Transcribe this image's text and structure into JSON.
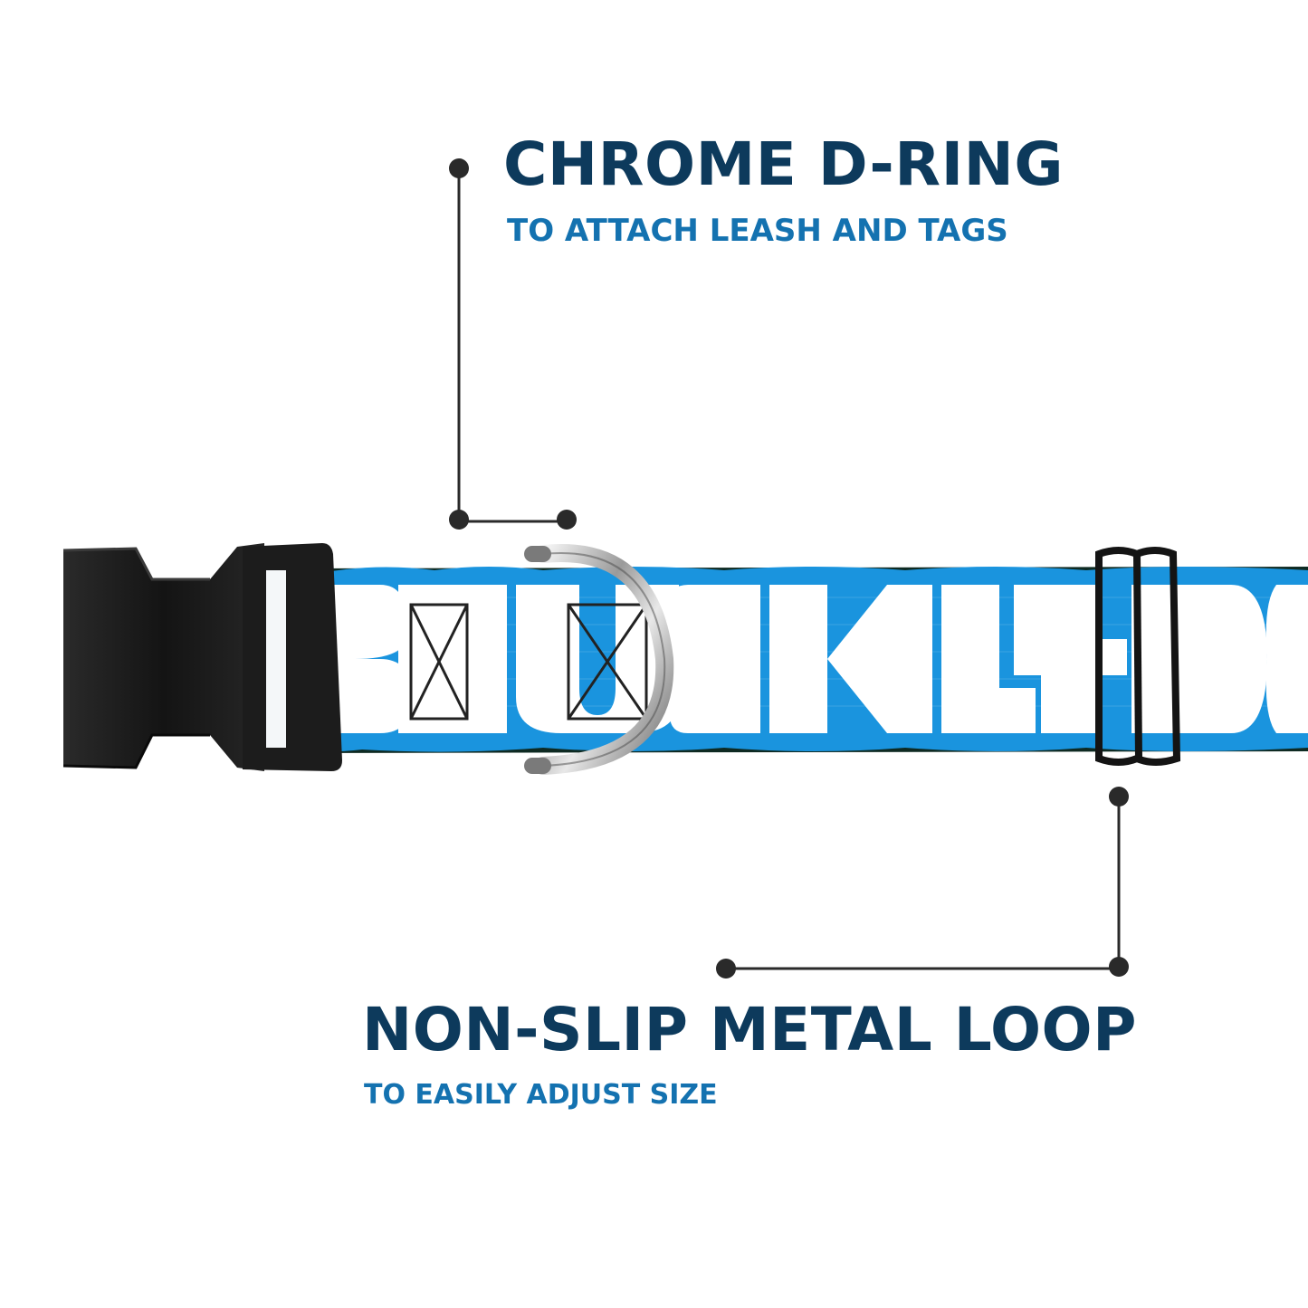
{
  "callouts": {
    "d_ring": {
      "title": "CHROME D-RING",
      "subtitle": "TO ATTACH LEASH AND TAGS"
    },
    "metal_loop": {
      "title": "NON-SLIP METAL LOOP",
      "subtitle": "TO EASILY ADJUST SIZE"
    }
  },
  "collar": {
    "print_text": "BUCKLE-DOWN",
    "webbing_color": "#1a94de",
    "print_color": "#ffffff",
    "buckle_color": "#1b1b1b",
    "d_ring_finish": "chrome",
    "loop_color": "#141414"
  },
  "colors": {
    "title": "#0d3a5c",
    "subtitle": "#1472b0",
    "leader_line": "#2a2a2a"
  }
}
